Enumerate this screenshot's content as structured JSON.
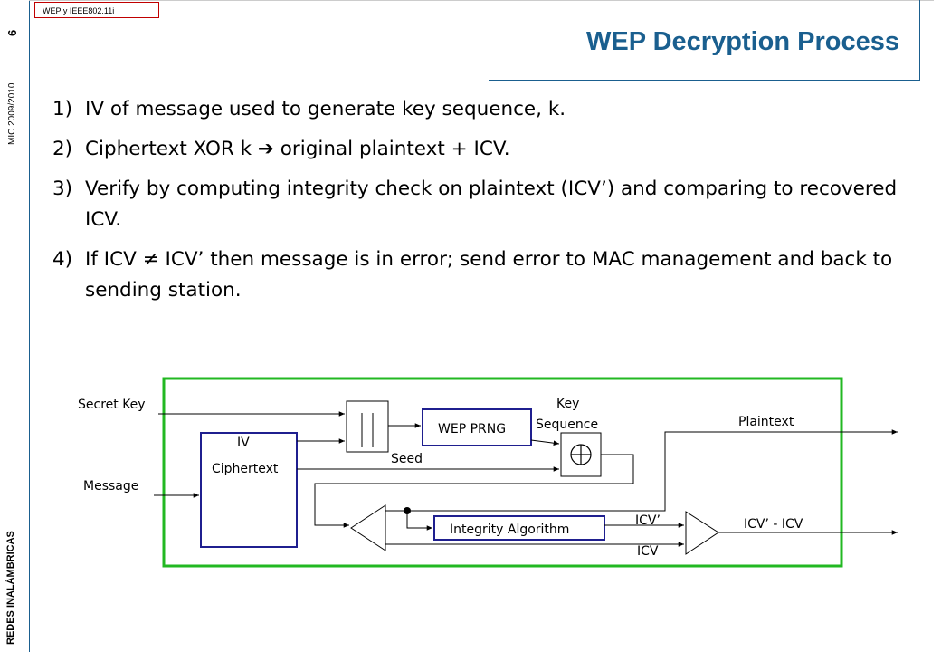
{
  "sidebar": {
    "footer_text": "REDES INALÁMBRICAS",
    "meta_text": "MIC 2009/2010",
    "page_number": "6"
  },
  "header": {
    "tag": "WEP y IEEE802.11i",
    "title": "WEP Decryption Process"
  },
  "steps": [
    {
      "num": "1)",
      "text": "IV of message used to generate key sequence, k."
    },
    {
      "num": "2)",
      "text": "Ciphertext XOR k ➔ original plaintext + ICV."
    },
    {
      "num": "3)",
      "text": "Verify by computing integrity check on plaintext (ICV’) and comparing to recovered ICV."
    },
    {
      "num": "4)",
      "text": "If ICV ≠ ICV’ then message is in error; send error to MAC management and back to sending station."
    }
  ],
  "diagram": {
    "secret_key": "Secret Key",
    "message": "Message",
    "iv": "IV",
    "ciphertext": "Ciphertext",
    "seed": "Seed",
    "wep_prng": "WEP PRNG",
    "key_sequence_line1": "Key",
    "key_sequence_line2": "Sequence",
    "xor_symbol": "⊕",
    "plaintext": "Plaintext",
    "integrity_algorithm": "Integrity Algorithm",
    "icv_prime": "ICV’",
    "icv": "ICV",
    "icv_diff": "ICV’ - ICV",
    "frame_color": "#22b822",
    "box_color": "#1f1f8f"
  }
}
